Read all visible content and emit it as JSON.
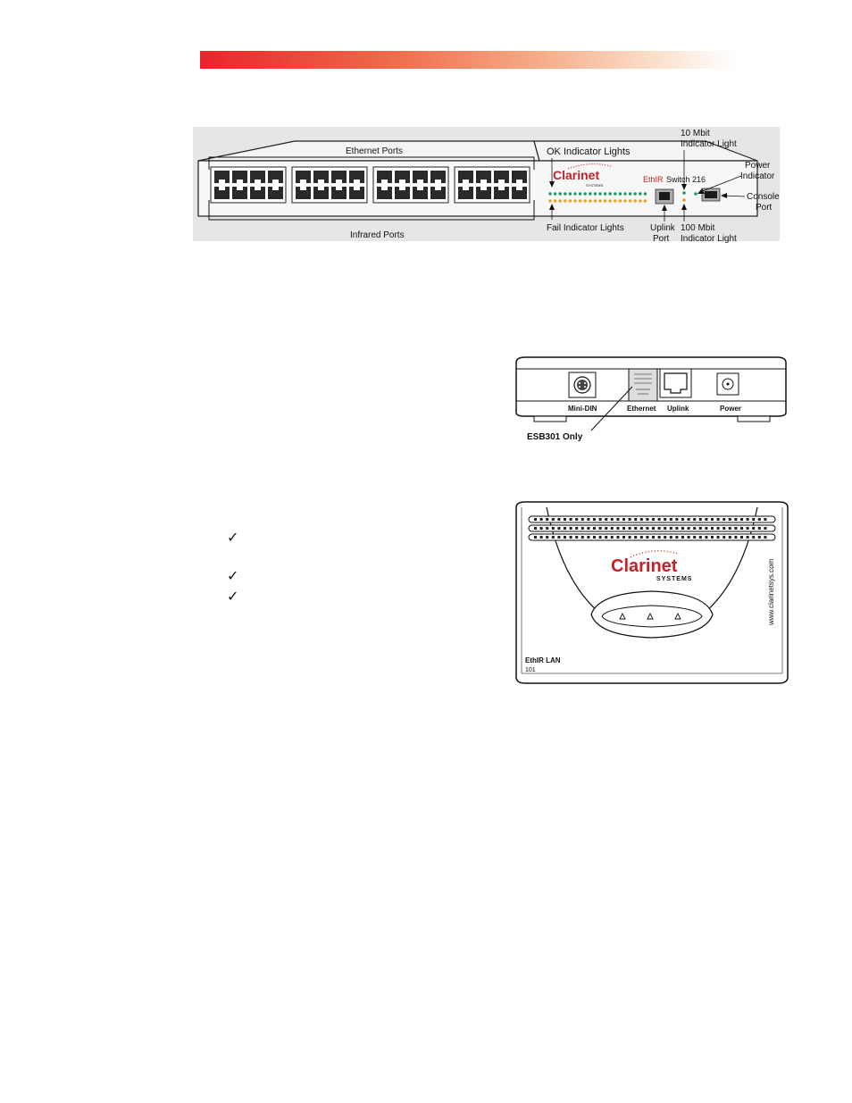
{
  "figure_switch": {
    "label_ethernet_ports": "Ethernet Ports",
    "label_infrared_ports": "Infrared Ports",
    "label_ok_lights": "OK Indicator Lights",
    "label_fail_lights": "Fail Indicator Lights",
    "label_10mbit_line1": "10 Mbit",
    "label_10mbit_line2": "Indicator Light",
    "label_100mbit_line1": "100 Mbit",
    "label_100mbit_line2": "Indicator Light",
    "label_power_line1": "Power",
    "label_power_line2": "Indicator",
    "label_console_line1": "Console",
    "label_console_line2": "Port",
    "label_uplink_line1": "Uplink",
    "label_uplink_line2": "Port",
    "logo_text": "Clarinet",
    "logo_sub": "SYSTEMS",
    "model_brand": "EthIR",
    "model_name": "Switch 216",
    "colors": {
      "ok_led": "#1f9a5e",
      "fail_led": "#f0a020",
      "logo_red": "#c8202a"
    }
  },
  "figure_rear": {
    "label_minidin": "Mini-DIN",
    "label_ethernet": "Ethernet",
    "label_uplink": "Uplink",
    "label_power": "Power",
    "callout_esb": "ESB301 Only"
  },
  "figure_front": {
    "logo_text": "Clarinet",
    "logo_sub": "SYSTEMS",
    "website": "www.clarinetsys.com",
    "model_line1": "EthIR LAN",
    "model_line2": "101"
  },
  "checkmarks": [
    "✓",
    "✓",
    "✓"
  ]
}
